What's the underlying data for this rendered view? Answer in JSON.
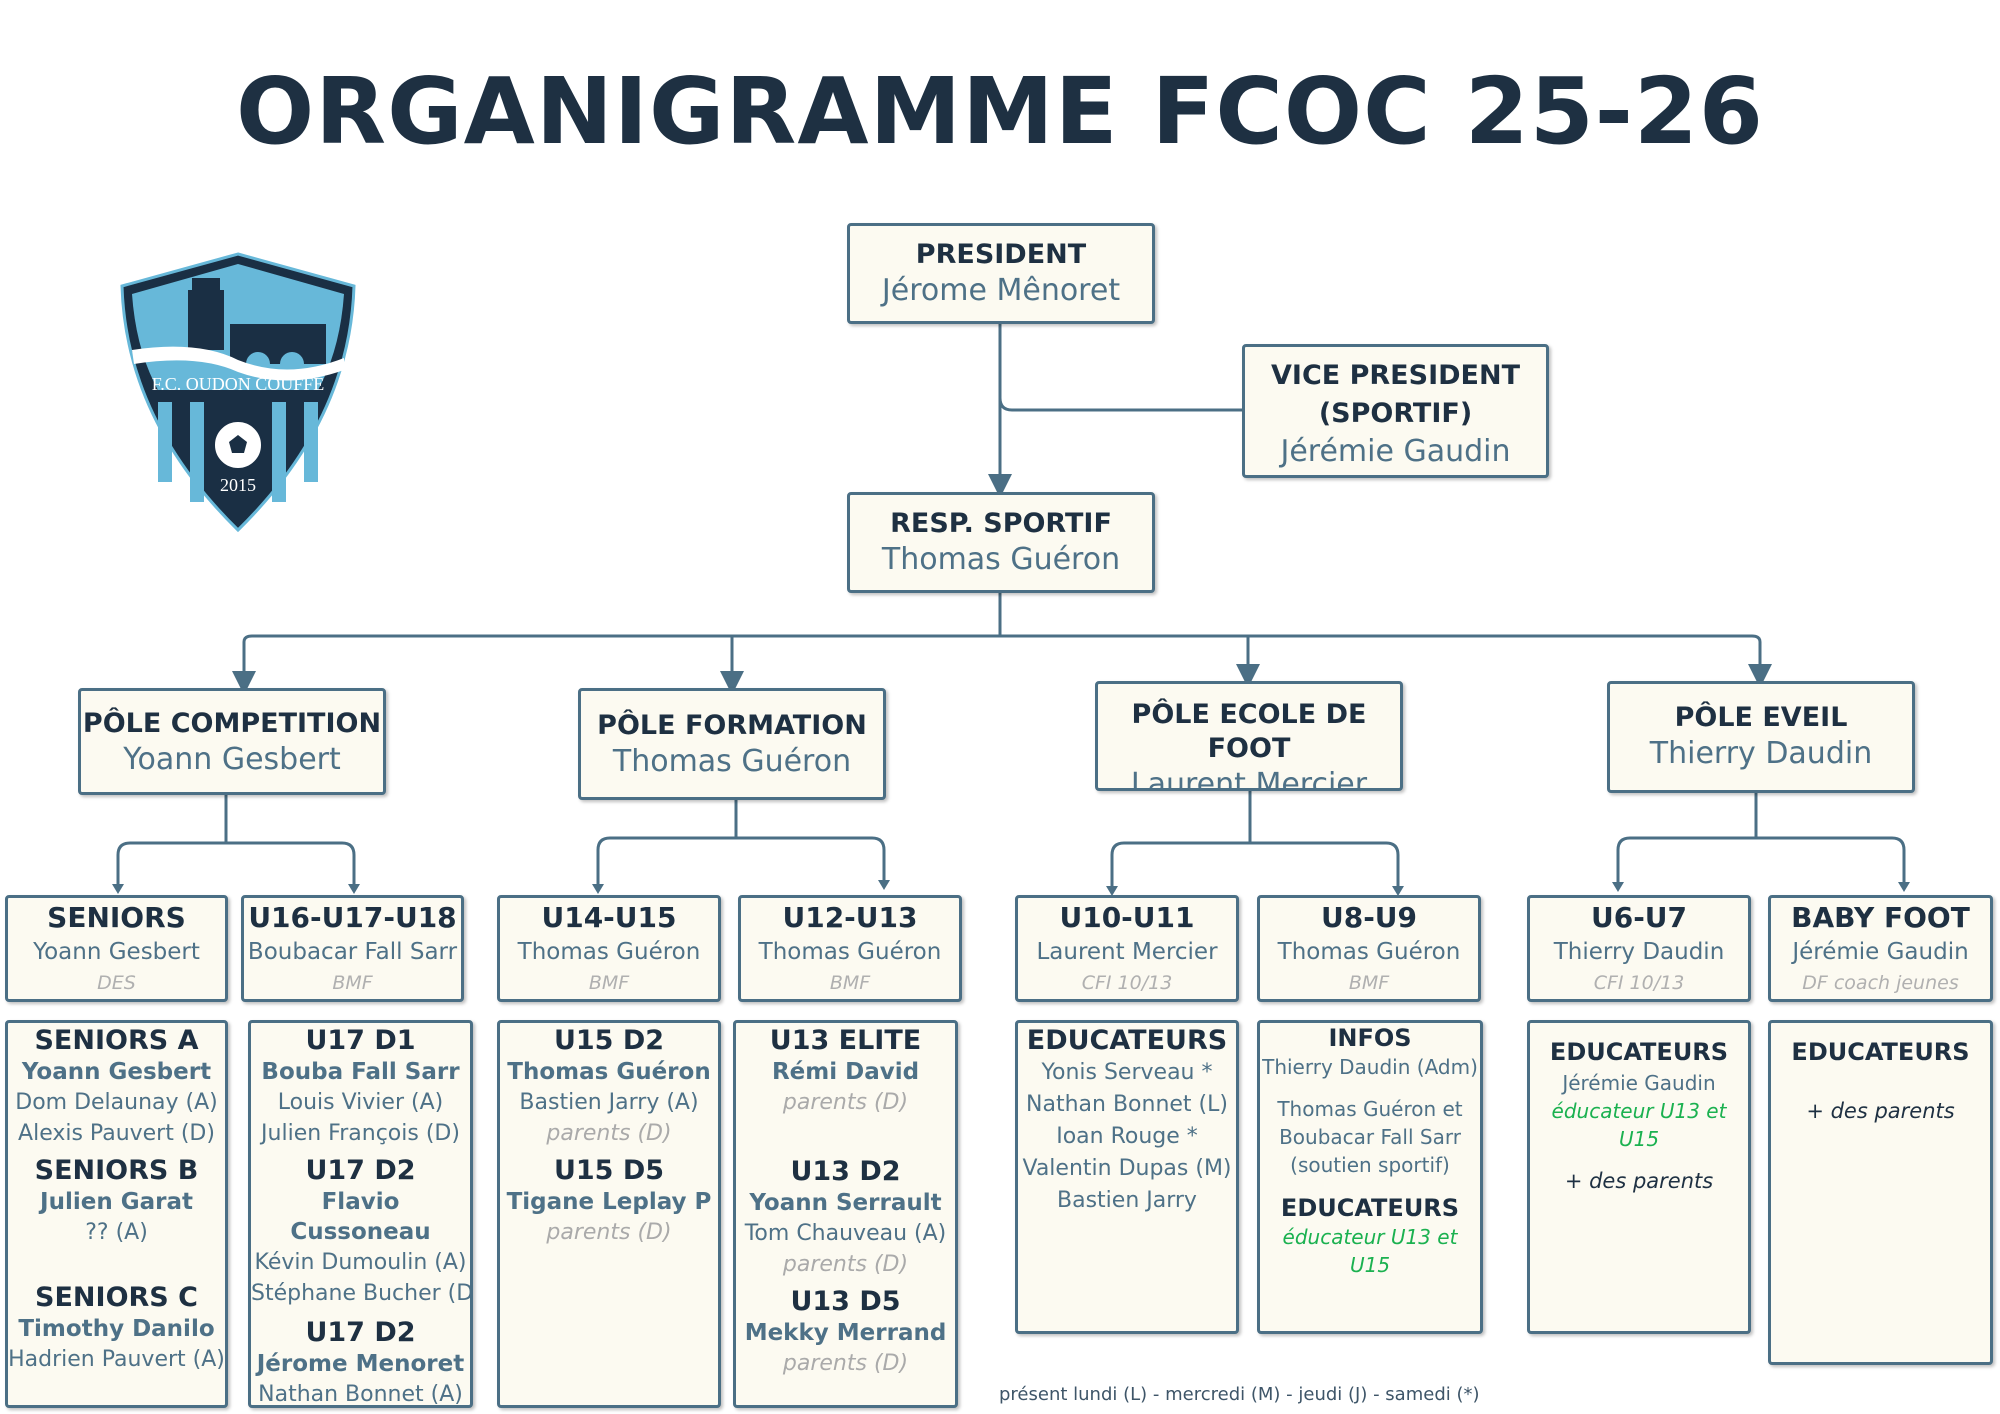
{
  "title": "ORGANIGRAMME FCOC 25-26",
  "logo": {
    "club_name": "F.C. OUDON COUFFÉ",
    "year": "2015",
    "colors": {
      "dark": "#1a2f44",
      "light": "#67b8d9"
    }
  },
  "colors": {
    "border": "#4b6f85",
    "box_bg": "#fcfaf1",
    "heading": "#1e3042",
    "name": "#4e7187",
    "green": "#1bb150"
  },
  "president": {
    "title": "PRESIDENT",
    "name": "Jérome Mênoret"
  },
  "vice_president": {
    "title_line1": "VICE PRESIDENT",
    "title_line2": "(SPORTIF)",
    "name": "Jérémie Gaudin"
  },
  "resp_sportif": {
    "title": "RESP. SPORTIF",
    "name": "Thomas Guéron"
  },
  "poles": [
    {
      "title": "PÔLE COMPETITION",
      "name": "Yoann Gesbert"
    },
    {
      "title": "PÔLE FORMATION",
      "name": "Thomas Guéron"
    },
    {
      "title": "PÔLE ECOLE DE FOOT",
      "name": "Laurent Mercier"
    },
    {
      "title": "PÔLE EVEIL",
      "name": "Thierry Daudin"
    }
  ],
  "teams": [
    {
      "title": "SENIORS",
      "name": "Yoann Gesbert",
      "diploma": "DES"
    },
    {
      "title": "U16-U17-U18",
      "name": "Boubacar Fall Sarr",
      "diploma": "BMF"
    },
    {
      "title": "U14-U15",
      "name": "Thomas Guéron",
      "diploma": "BMF"
    },
    {
      "title": "U12-U13",
      "name": "Thomas Guéron",
      "diploma": "BMF"
    },
    {
      "title": "U10-U11",
      "name": "Laurent Mercier",
      "diploma": "CFI 10/13"
    },
    {
      "title": "U8-U9",
      "name": "Thomas Guéron",
      "diploma": "BMF"
    },
    {
      "title": "U6-U7",
      "name": "Thierry Daudin",
      "diploma": "CFI 10/13"
    },
    {
      "title": "BABY FOOT",
      "name": "Jérémie Gaudin",
      "diploma": "DF coach jeunes"
    }
  ],
  "details": {
    "seniors": {
      "a_team": "SENIORS A",
      "a_coach": "Yoann Gesbert",
      "a_l1": "Dom Delaunay (A)",
      "a_l2": "Alexis Pauvert (D)",
      "b_team": "SENIORS B",
      "b_coach": "Julien Garat",
      "b_l1": "?? (A)",
      "c_team": "SENIORS C",
      "c_coach": "Timothy Danilo",
      "c_l1": "Hadrien Pauvert (A)"
    },
    "u17": {
      "a_team": "U17 D1",
      "a_coach": "Bouba Fall Sarr",
      "a_l1": "Louis Vivier (A)",
      "a_l2": "Julien François (D)",
      "b_team": "U17 D2",
      "b_coach": "Flavio Cussoneau",
      "b_l1": "Kévin Dumoulin  (A)",
      "b_l2": "Stéphane Bucher (D)",
      "c_team": "U17 D2",
      "c_coach": "Jérome Menoret",
      "c_l1": "Nathan Bonnet (A)"
    },
    "u15": {
      "a_team": "U15 D2",
      "a_coach": "Thomas Guéron",
      "a_l1": "Bastien Jarry (A)",
      "a_par": "parents (D)",
      "b_team": "U15 D5",
      "b_coach": "Tigane Leplay P",
      "b_par": "parents (D)"
    },
    "u13": {
      "a_team": "U13 ELITE",
      "a_coach": "Rémi David",
      "a_par": "parents (D)",
      "b_team": "U13 D2",
      "b_coach": "Yoann Serrault",
      "b_l1": "Tom Chauveau (A)",
      "b_par": "parents (D)",
      "c_team": "U13 D5",
      "c_coach": "Mekky Merrand",
      "c_par": "parents (D)"
    },
    "u11": {
      "head": "EDUCATEURS",
      "l1": "Yonis Serveau *",
      "l2": "Nathan Bonnet (L)",
      "l3": "Ioan Rouge *",
      "l4": "Valentin Dupas (M)",
      "l5": "Bastien Jarry"
    },
    "u9": {
      "head": "INFOS",
      "l1": "Thierry Daudin (Adm)",
      "l2": "Thomas Guéron et",
      "l3": "Boubacar Fall Sarr",
      "l4": "(soutien sportif)",
      "head2": "EDUCATEURS",
      "green": "éducateur U13 et U15"
    },
    "u7": {
      "head": "EDUCATEURS",
      "l1": "Jérémie Gaudin",
      "green": "éducateur U13 et U15",
      "ital": "+ des parents"
    },
    "baby": {
      "head": "EDUCATEURS",
      "ital": "+ des parents"
    }
  },
  "legend": "présent lundi (L) - mercredi (M) - jeudi (J) - samedi (*)"
}
